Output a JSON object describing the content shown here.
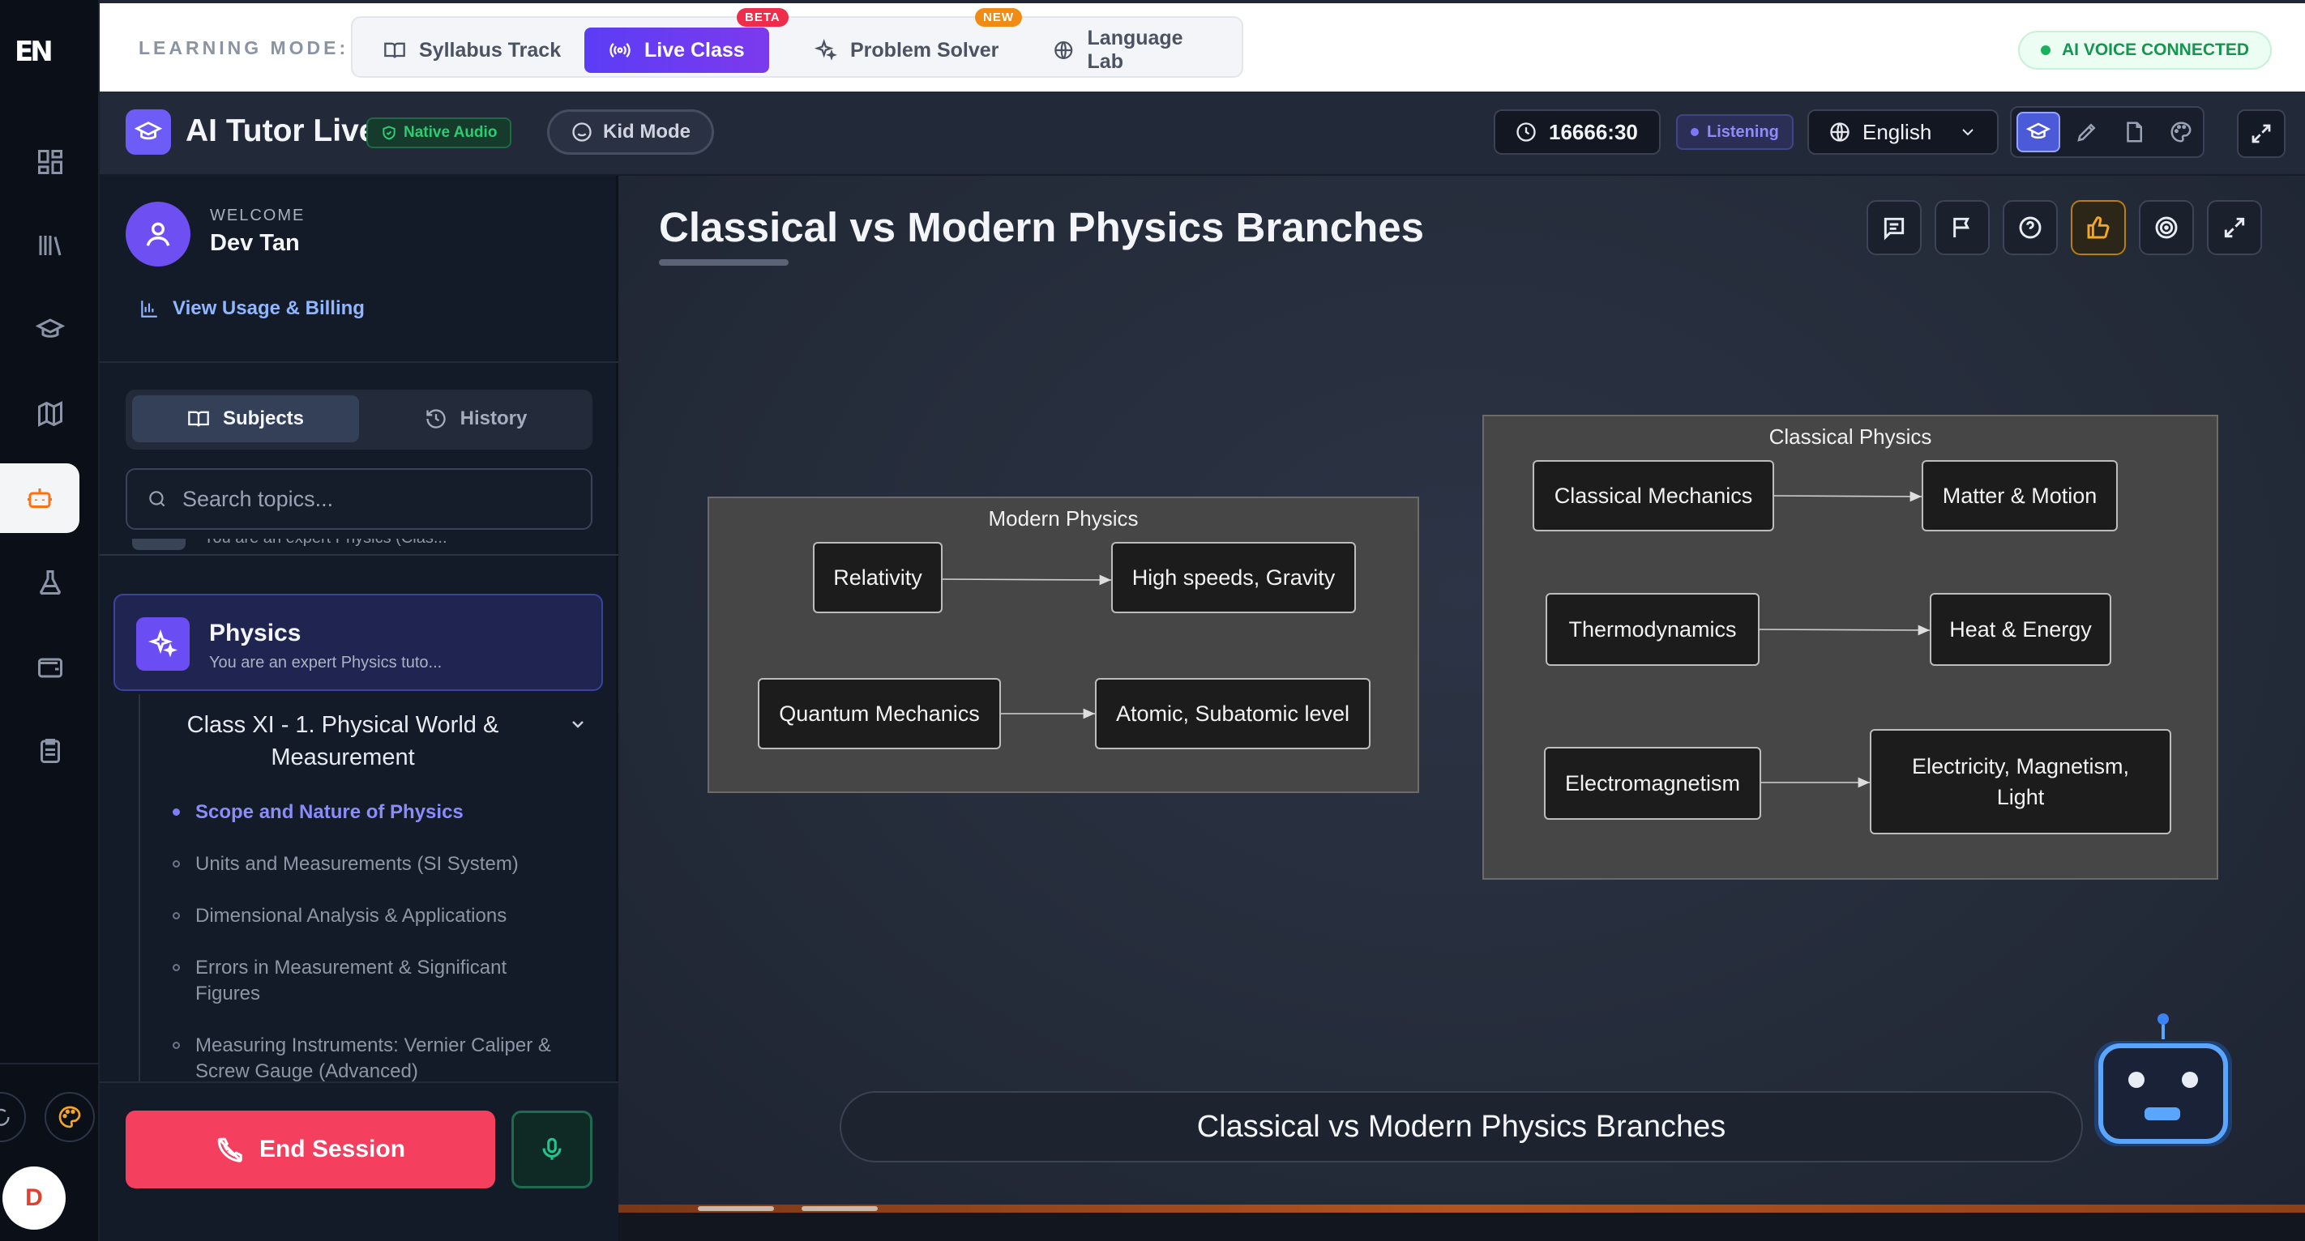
{
  "rail": {
    "logo": "EN",
    "items": [
      {
        "icon": "grid-icon"
      },
      {
        "icon": "library-icon"
      },
      {
        "icon": "graduation-cap-icon"
      },
      {
        "icon": "map-icon"
      },
      {
        "icon": "robot-icon",
        "active": true
      },
      {
        "icon": "flask-icon"
      },
      {
        "icon": "wallet-icon"
      },
      {
        "icon": "clipboard-icon"
      }
    ],
    "avatar_initial": "D"
  },
  "topbar": {
    "mode_label": "LEARNING MODE:",
    "modes": [
      {
        "label": "Syllabus Track",
        "icon": "book-open-icon"
      },
      {
        "label": "Live Class",
        "icon": "broadcast-icon",
        "badge": "BETA",
        "active": true
      },
      {
        "label": "Problem Solver",
        "icon": "sparkles-icon",
        "badge": "NEW"
      },
      {
        "label": "Language Lab",
        "icon": "globe-icon"
      }
    ],
    "ai_voice_status": "AI VOICE CONNECTED"
  },
  "header": {
    "title": "AI Tutor Live",
    "native_audio": "Native Audio",
    "kid_mode": "Kid Mode",
    "timer": "16666:30",
    "listening": "Listening",
    "language": "English",
    "tools": [
      "graduation-cap-icon",
      "pen-icon",
      "file-icon",
      "palette-icon"
    ],
    "active_tool": 0
  },
  "sidebar": {
    "welcome_label": "WELCOME",
    "user_name": "Dev Tan",
    "billing_link": "View Usage & Billing",
    "tabs": [
      {
        "label": "Subjects",
        "active": true
      },
      {
        "label": "History"
      }
    ],
    "search_placeholder": "Search topics...",
    "cutoff_text": "You are an expert Physics (Clas...",
    "subject": {
      "title": "Physics",
      "subtitle": "You are an expert Physics tuto..."
    },
    "chapter": "Class XI - 1. Physical World & Measurement",
    "topics": [
      {
        "label": "Scope and Nature of Physics",
        "active": true
      },
      {
        "label": "Units and Measurements (SI System)"
      },
      {
        "label": "Dimensional Analysis & Applications"
      },
      {
        "label": "Errors in Measurement & Significant Figures"
      },
      {
        "label": "Measuring Instruments: Vernier Caliper & Screw Gauge (Advanced)"
      }
    ],
    "end_session": "End Session"
  },
  "board": {
    "title": "Classical vs Modern Physics Branches",
    "caption": "Classical vs Modern Physics Branches",
    "diagram": {
      "clusters": [
        {
          "title": "Modern Physics",
          "edges": [
            {
              "from": "Relativity",
              "to": "High speeds, Gravity"
            },
            {
              "from": "Quantum Mechanics",
              "to": "Atomic, Subatomic level"
            }
          ]
        },
        {
          "title": "Classical Physics",
          "edges": [
            {
              "from": "Classical Mechanics",
              "to": "Matter & Motion"
            },
            {
              "from": "Thermodynamics",
              "to": "Heat & Energy"
            },
            {
              "from": "Electromagnetism",
              "to": "Electricity, Magnetism, Light"
            }
          ]
        }
      ]
    },
    "toolbar": [
      "notes-icon",
      "flag-icon",
      "help-circle-icon",
      "thumbs-up-icon",
      "target-icon",
      "expand-icon"
    ]
  },
  "colors": {
    "accent": "#6d4ff2",
    "end_session": "#f43f5e",
    "voice_connected": "#14964f",
    "topic_active": "#8a8cfb"
  }
}
